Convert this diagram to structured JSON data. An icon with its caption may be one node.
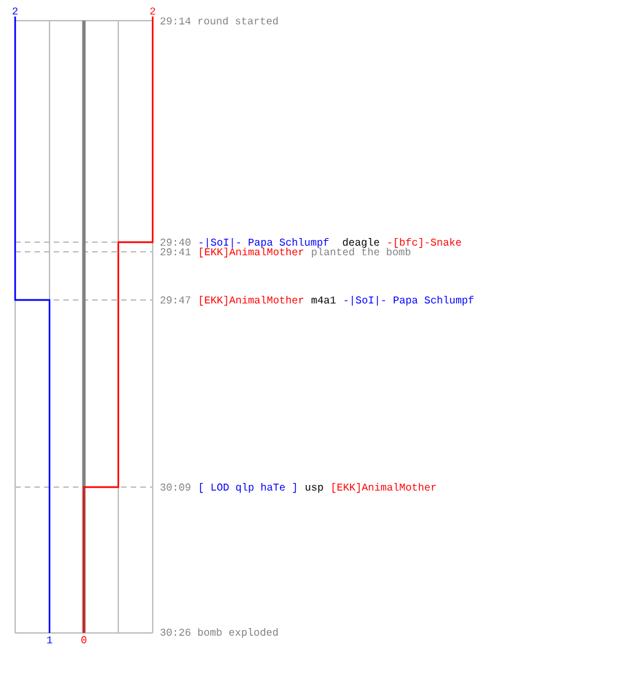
{
  "diagram": {
    "labels": [
      "2",
      "2",
      "29:14 round started",
      "29:40",
      "-|SoI|- Papa Schlumpf",
      "deagle",
      "-[bfc]-Snake",
      "29:41",
      "[EKK]AnimalMother",
      "planted the bomb",
      "29:47",
      "[EKK]AnimalMother",
      "m4a1",
      "-|SoI|- Papa Schlumpf",
      "30:09",
      "[ LOD qlp haTe ]",
      "usp",
      "[EKK]AnimalMother",
      "30:26 bomb exploded",
      "1",
      "0"
    ]
  }
}
